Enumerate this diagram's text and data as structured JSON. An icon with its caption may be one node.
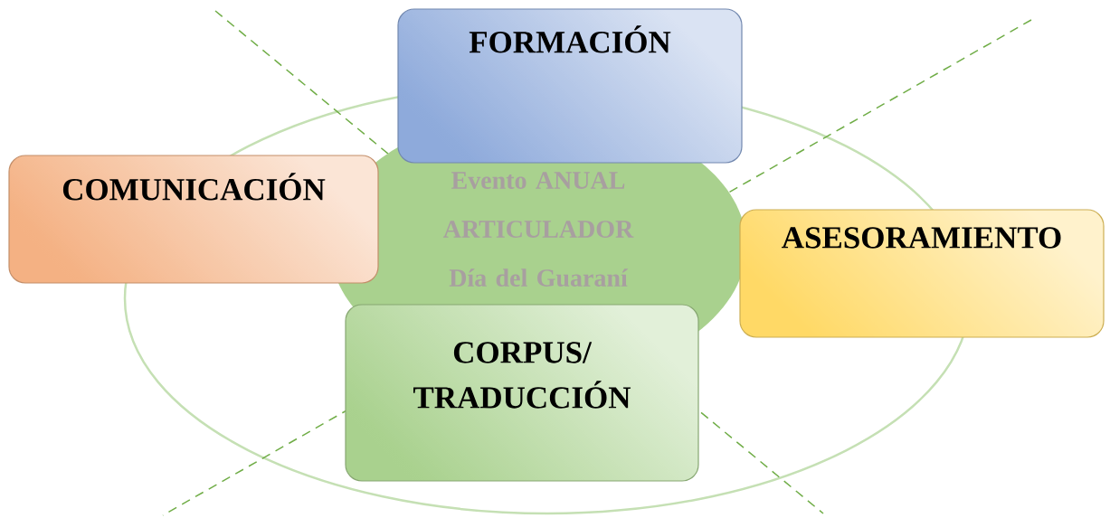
{
  "diagram": {
    "nodes": [
      {
        "text": [
          "FORMACIÓN"
        ]
      },
      {
        "text": [
          "COMUNICACIÓN"
        ]
      },
      {
        "text": [
          "Evento ANUAL ARTICULADOR Día del Guaraní"
        ]
      },
      {
        "text": [
          "ASESORAMIENTO"
        ]
      },
      {
        "text": [
          "CORPUS/ TRADUCCIÓN"
        ]
      }
    ]
  }
}
